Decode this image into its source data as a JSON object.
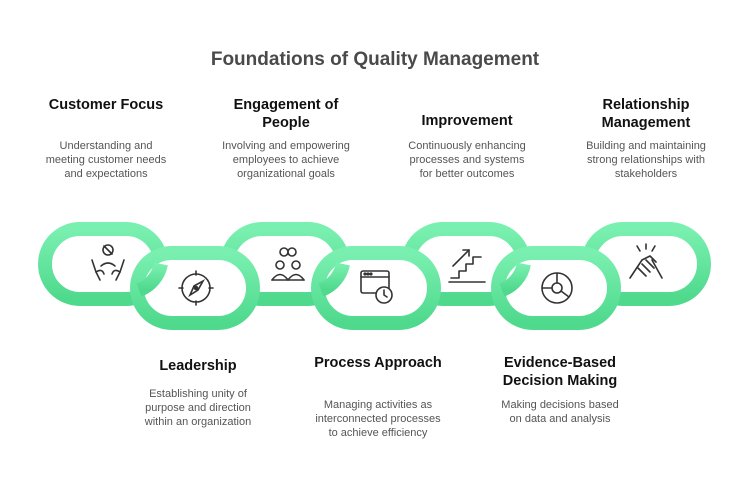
{
  "title": "Foundations of Quality Management",
  "colors": {
    "link_stroke": "#5ce49a",
    "link_stroke_dark": "#3fcd80",
    "link_fill": "#ffffff",
    "icon": "#333333"
  },
  "top_items": [
    {
      "label": "Customer Focus",
      "description": "Understanding and meeting customer needs and expectations",
      "icon": "people-care-icon"
    },
    {
      "label": "Engagement of People",
      "description": "Involving and empowering employees to achieve organizational goals",
      "icon": "team-people-icon"
    },
    {
      "label": "Improvement",
      "description": "Continuously enhancing processes and systems for better outcomes",
      "icon": "stairs-up-icon"
    },
    {
      "label": "Relationship Management",
      "description": "Building and maintaining strong relationships with stakeholders",
      "icon": "handshake-icon"
    }
  ],
  "bottom_items": [
    {
      "label": "Leadership",
      "description": "Establishing unity of purpose and direction within an organization",
      "icon": "compass-icon"
    },
    {
      "label": "Process Approach",
      "description": "Managing activities as interconnected processes to achieve efficiency",
      "icon": "browser-clock-icon"
    },
    {
      "label": "Evidence-Based Decision Making",
      "description": "Making decisions based on data and analysis",
      "icon": "pie-chart-icon"
    }
  ]
}
